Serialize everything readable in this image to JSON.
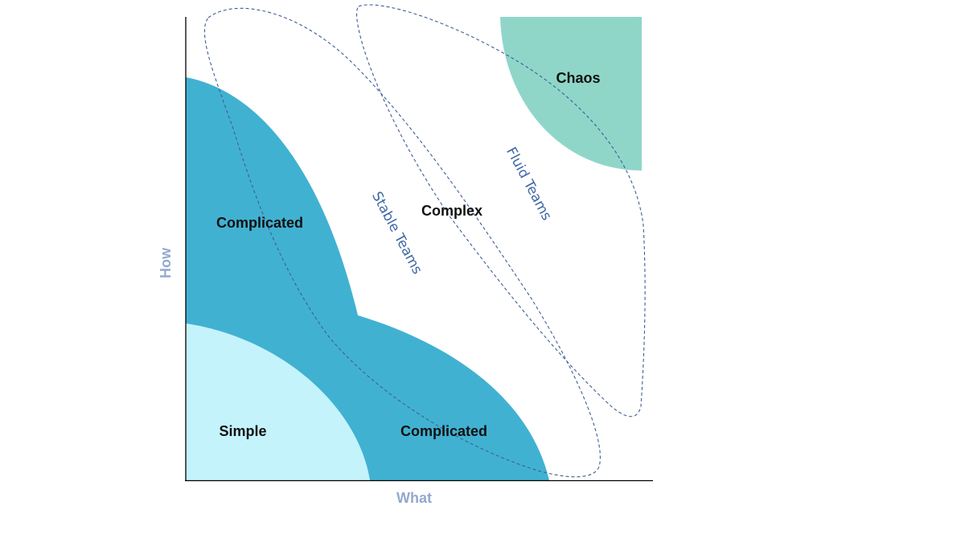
{
  "colors": {
    "simple": "#c4f3fb",
    "complicated": "#41b1d2",
    "chaos": "#8fd6c9",
    "team_outline": "#3f5f96",
    "axis": "#000000",
    "axis_label": "#93a9cf",
    "team_label": "#3f67a3"
  },
  "axes": {
    "x_label": "What",
    "y_label": "How"
  },
  "regions": {
    "simple": "Simple",
    "complicated_upper": "Complicated",
    "complicated_lower": "Complicated",
    "complex": "Complex",
    "chaos": "Chaos"
  },
  "teams": {
    "stable": "Stable Teams",
    "fluid": "Fluid Teams"
  }
}
